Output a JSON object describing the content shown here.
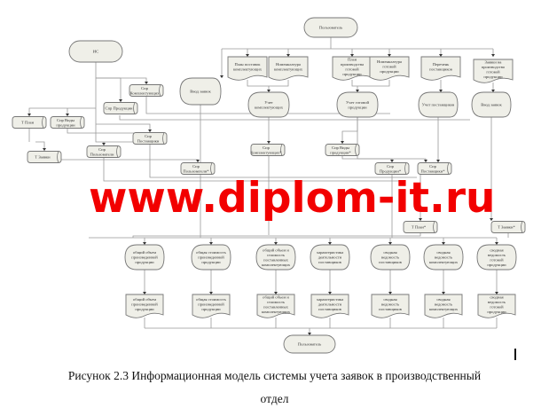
{
  "diagram": {
    "terminals": [
      {
        "id": "is",
        "label": "ИС"
      },
      {
        "id": "user_top",
        "label": "Пользователь"
      },
      {
        "id": "user_bottom",
        "label": "Пользователь"
      }
    ],
    "documents_top": [
      {
        "id": "d1",
        "label": "План поставок комплектующих"
      },
      {
        "id": "d2",
        "label": "Номенклатура комплектующих"
      },
      {
        "id": "d3",
        "label": "План производства готовой продукции"
      },
      {
        "id": "d4",
        "label": "Номенклатура готовой продукции"
      },
      {
        "id": "d5",
        "label": "Перечень поставщиков"
      },
      {
        "id": "d6",
        "label": "Заявки на производство готовой продукции"
      }
    ],
    "processes_top": [
      {
        "id": "p0",
        "label": "Ввод заявок"
      },
      {
        "id": "p1",
        "label": "Учет комплектующих"
      },
      {
        "id": "p2",
        "label": "Учет готовой продукции"
      },
      {
        "id": "p3",
        "label": "Учет поставщиков"
      },
      {
        "id": "p4",
        "label": "Ввод заявок"
      }
    ],
    "storages": [
      {
        "id": "s1",
        "label": "Спр Комплектующих"
      },
      {
        "id": "s2",
        "label": "Спр Продукции"
      },
      {
        "id": "s3",
        "label": "Т План"
      },
      {
        "id": "s4",
        "label": "Спр Виды продукции"
      },
      {
        "id": "s5",
        "label": "Спр Поставщики"
      },
      {
        "id": "s6",
        "label": "Т Заявки"
      },
      {
        "id": "s7",
        "label": "Спр Пользователи"
      },
      {
        "id": "s8",
        "label": "Спр Комплектующих*"
      },
      {
        "id": "s9",
        "label": "Спр Виды продукции*"
      },
      {
        "id": "s10",
        "label": "Спр Поставщики*"
      },
      {
        "id": "s11",
        "label": "Спр Пользователи*"
      },
      {
        "id": "s12",
        "label": "Спр Продукции*"
      },
      {
        "id": "s13",
        "label": "Т План*"
      },
      {
        "id": "s14",
        "label": "Т Заявки*"
      }
    ],
    "processes_bottom": [
      {
        "id": "b1",
        "label": "общий объем произведенной продукции"
      },
      {
        "id": "b2",
        "label": "общая стоимость произведенной продукции"
      },
      {
        "id": "b3",
        "label": "общий объем и стоимость поставленных комплектующих"
      },
      {
        "id": "b4",
        "label": "характеристика деятельности поставщиков"
      },
      {
        "id": "b5",
        "label": "сводная ведомость поставщиков"
      },
      {
        "id": "b6",
        "label": "сводная ведомость комплектующих"
      },
      {
        "id": "b7",
        "label": "сводная ведомость готовой продукции"
      }
    ],
    "documents_bottom": [
      {
        "id": "r1",
        "label": "общий объем произведенной продукции"
      },
      {
        "id": "r2",
        "label": "общая стоимость произведенной продукции"
      },
      {
        "id": "r3",
        "label": "общий объем и стоимость поставленных комплектующих"
      },
      {
        "id": "r4",
        "label": "характеристика деятельности поставщиков"
      },
      {
        "id": "r5",
        "label": "сводная ведомость поставщиков"
      },
      {
        "id": "r6",
        "label": "сводная ведомость комплектующих"
      },
      {
        "id": "r7",
        "label": "сводная ведомость готовой продукции"
      }
    ],
    "colors": {
      "shape_fill": "#efefe8",
      "stroke": "#777777",
      "watermark": "#f20000"
    }
  },
  "watermark": "www.diplom-it.ru",
  "caption": {
    "line1": "Рисунок 2.3 Информационная модель системы учета заявок в производственный",
    "line2": "отдел"
  }
}
